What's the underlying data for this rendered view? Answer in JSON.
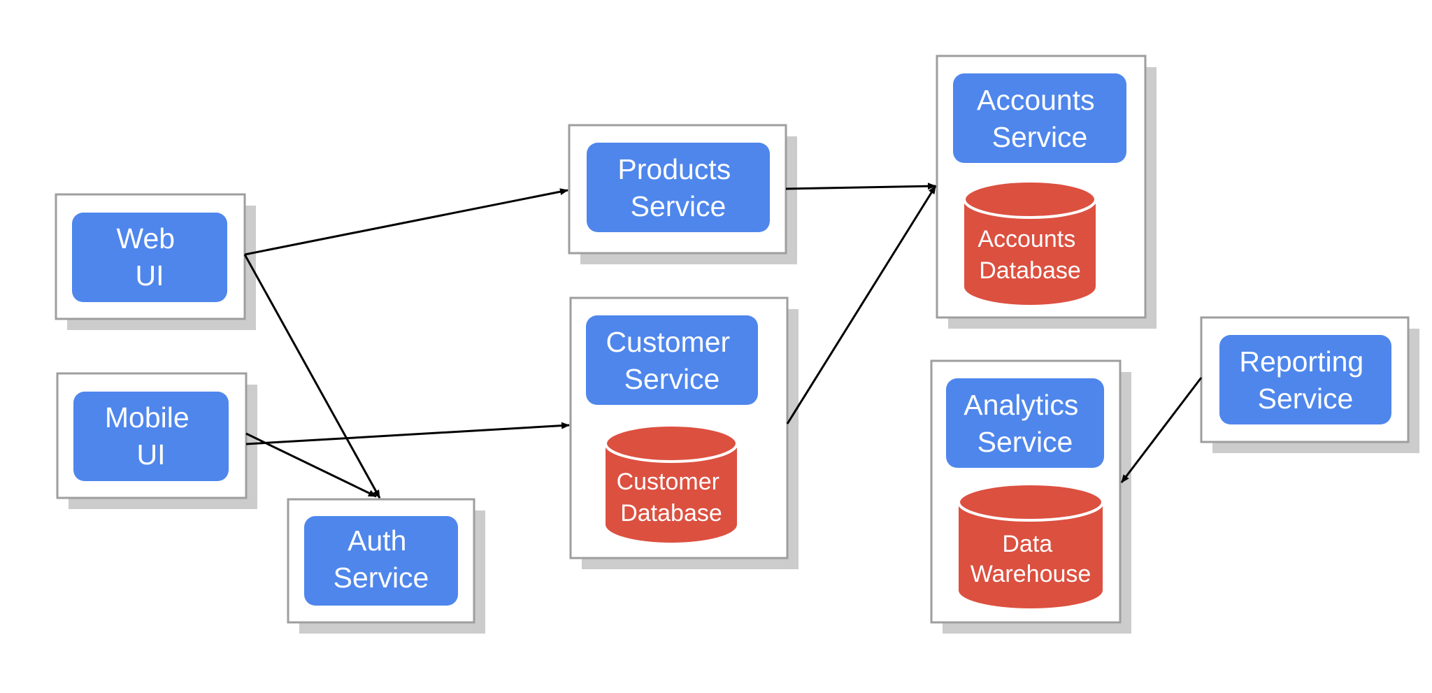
{
  "nodes": {
    "web_ui": {
      "label": [
        "Web",
        "UI"
      ]
    },
    "mobile_ui": {
      "label": [
        "Mobile",
        "UI"
      ]
    },
    "auth_service": {
      "label": [
        "Auth",
        "Service"
      ]
    },
    "products_service": {
      "label": [
        "Products",
        "Service"
      ]
    },
    "customer_service": {
      "label": [
        "Customer",
        "Service"
      ]
    },
    "customer_database": {
      "label": [
        "Customer",
        "Database"
      ]
    },
    "accounts_service": {
      "label": [
        "Accounts",
        "Service"
      ]
    },
    "accounts_database": {
      "label": [
        "Accounts",
        "Database"
      ]
    },
    "analytics_service": {
      "label": [
        "Analytics",
        "Service"
      ]
    },
    "data_warehouse": {
      "label": [
        "Data",
        "Warehouse"
      ]
    },
    "reporting_service": {
      "label": [
        "Reporting",
        "Service"
      ]
    }
  },
  "edges": [
    {
      "from": "web_ui",
      "to": "products_service"
    },
    {
      "from": "web_ui",
      "to": "auth_service"
    },
    {
      "from": "mobile_ui",
      "to": "auth_service"
    },
    {
      "from": "mobile_ui",
      "to": "customer_service"
    },
    {
      "from": "products_service",
      "to": "accounts_service"
    },
    {
      "from": "customer_service",
      "to": "accounts_service"
    },
    {
      "from": "reporting_service",
      "to": "analytics_service"
    }
  ],
  "colors": {
    "service": "#4e86ec",
    "database": "#dc5040",
    "container_border": "#9e9e9e",
    "shadow": "#cccccc",
    "arrow": "#000000"
  }
}
